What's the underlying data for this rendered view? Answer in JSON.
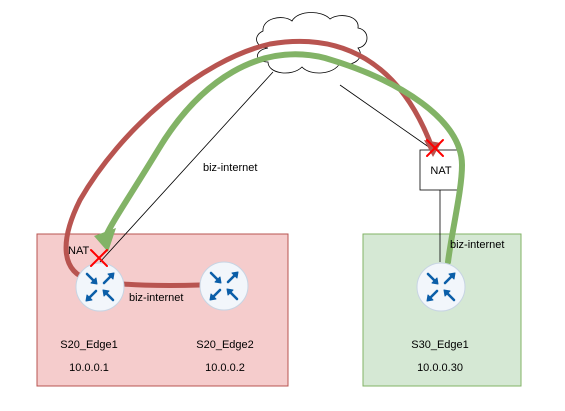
{
  "colors": {
    "site_left_fill": "#f5cccc",
    "site_left_stroke": "#b85450",
    "site_right_fill": "#d5e8d4",
    "site_right_stroke": "#82b366",
    "path_red": "#b85450",
    "path_green": "#82b366",
    "router_fill": "#f2f6fb",
    "router_arrow": "#0b5ea8",
    "block_x": "#ff0000"
  },
  "icons": [
    "cloud-icon",
    "router-icon",
    "block-x-icon"
  ],
  "labels": {
    "biz_internet_left": "biz-internet",
    "biz_internet_bottom": "biz-internet",
    "biz_internet_right": "biz-internet",
    "nat_box": "NAT",
    "nat_left": "NAT"
  },
  "routers": [
    {
      "name": "S20_Edge1",
      "ip": "10.0.0.1"
    },
    {
      "name": "S20_Edge2",
      "ip": "10.0.0.2"
    },
    {
      "name": "S30_Edge1",
      "ip": "10.0.0.30"
    }
  ]
}
